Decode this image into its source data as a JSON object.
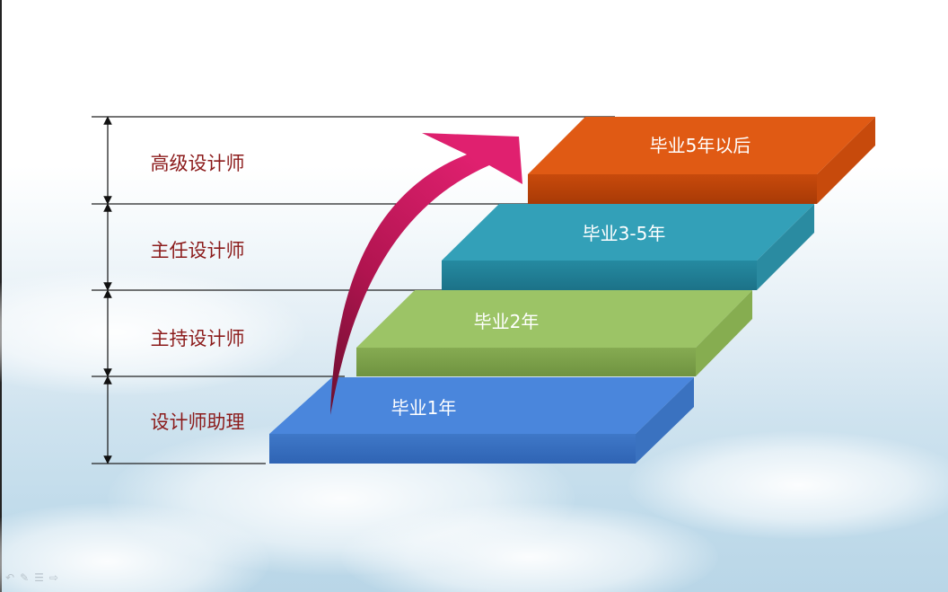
{
  "roles": [
    {
      "label": "高级设计师"
    },
    {
      "label": "主任设计师"
    },
    {
      "label": "主持设计师"
    },
    {
      "label": "设计师助理"
    }
  ],
  "steps": [
    {
      "label": "毕业1年",
      "color": "#4a86dc"
    },
    {
      "label": "毕业2年",
      "color": "#9cc466"
    },
    {
      "label": "毕业3-5年",
      "color": "#33a0b8"
    },
    {
      "label": "毕业5年以后",
      "color": "#e05a14"
    }
  ],
  "arrow_color": "#d0186a",
  "nav_icons": [
    "undo-icon",
    "pen-icon",
    "menu-icon",
    "next-icon"
  ]
}
